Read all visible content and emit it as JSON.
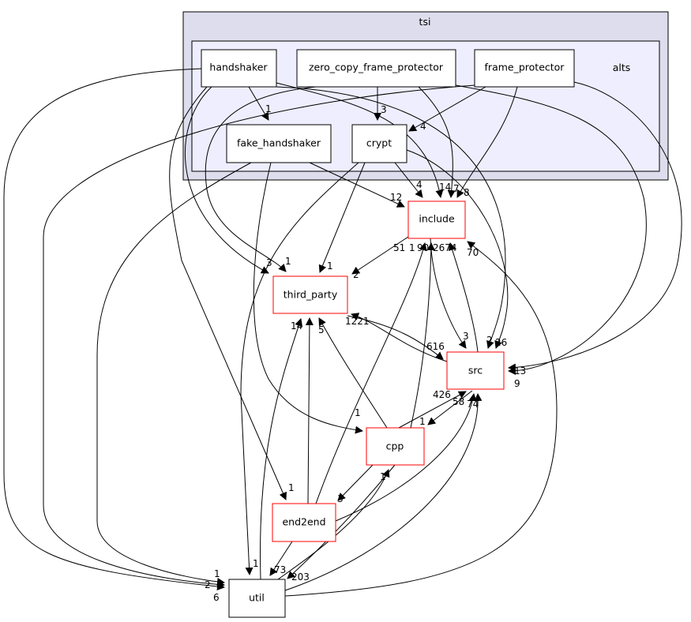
{
  "clusters": {
    "outer": "tsi",
    "inner": "alts"
  },
  "colors": {
    "outer_cluster_fill": "#dddded",
    "inner_cluster_fill": "#eeeeff",
    "external_border": "#ff0000"
  },
  "nodes": {
    "handshaker": "handshaker",
    "zero_copy_frame_protector": "zero_copy_frame_protector",
    "frame_protector": "frame_protector",
    "fake_handshaker": "fake_handshaker",
    "crypt": "crypt",
    "include": "include",
    "third_party": "third_party",
    "src": "src",
    "cpp": "cpp",
    "end2end": "end2end",
    "util": "util"
  },
  "edge_labels": [
    "1",
    "3",
    "4",
    "4",
    "14",
    "7",
    "8",
    "12",
    "3",
    "1",
    "1",
    "2",
    "51",
    "1",
    "90",
    "2674",
    "70",
    "14",
    "5",
    "1221",
    "616",
    "3",
    "2",
    "26",
    "13",
    "9",
    "426",
    "58",
    "74",
    "1",
    "1",
    "1",
    "3",
    "1",
    "1",
    "2",
    "6",
    "1",
    "73",
    "203"
  ]
}
